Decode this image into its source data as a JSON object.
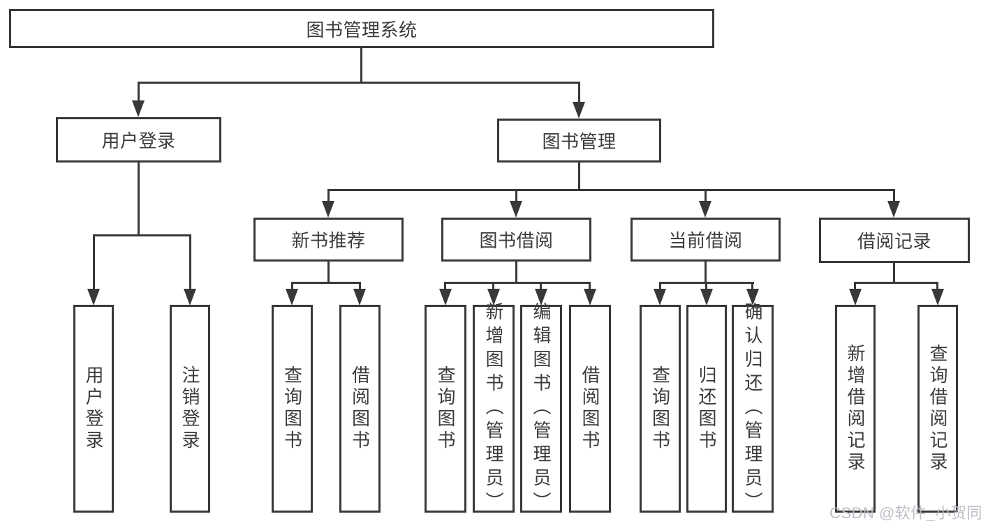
{
  "nodes": {
    "root": {
      "label": "图书管理系统"
    },
    "user_login": {
      "label": "用户登录",
      "children": [
        "用户登录",
        "注销登录"
      ]
    },
    "book_mgmt": {
      "label": "图书管理"
    },
    "new_books": {
      "label": "新书推荐",
      "children": [
        "查询图书",
        "借阅图书"
      ]
    },
    "book_borrow": {
      "label": "图书借阅",
      "children": [
        "查询图书",
        "新增图书（管理员）",
        "编辑图书（管理员）",
        "借阅图书"
      ]
    },
    "current_borrow": {
      "label": "当前借阅",
      "children": [
        "查询图书",
        "归还图书",
        "确认归还（管理员）"
      ]
    },
    "borrow_records": {
      "label": "借阅记录",
      "children": [
        "新增借阅记录",
        "查询借阅记录"
      ]
    }
  },
  "watermark": {
    "text": "CSDN @软件_小贺同学"
  },
  "colors": {
    "line": "#383838",
    "text": "#3b3b3b",
    "watermark": "#b8bcc2",
    "background": "#ffffff"
  }
}
